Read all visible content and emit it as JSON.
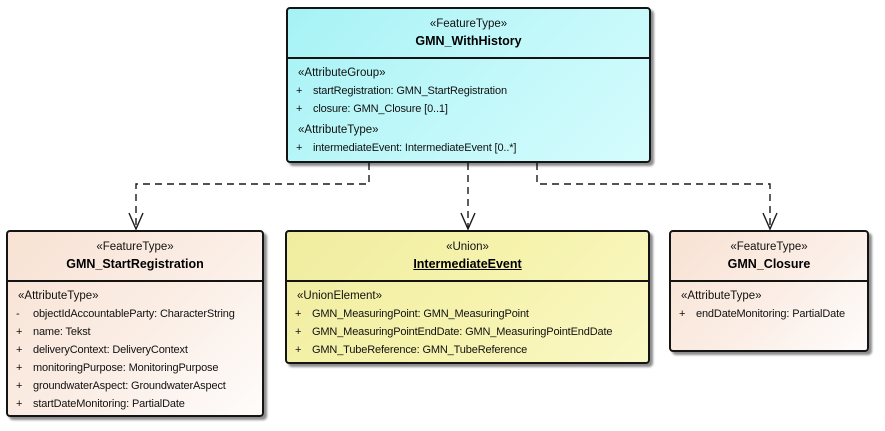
{
  "boxes": {
    "withHistory": {
      "stereotype": "«FeatureType»",
      "name": "GMN_WithHistory",
      "groups": [
        {
          "stereotype": "«AttributeGroup»",
          "attrs": [
            {
              "vis": "+",
              "text": "startRegistration: GMN_StartRegistration"
            },
            {
              "vis": "+",
              "text": "closure: GMN_Closure [0..1]"
            }
          ]
        },
        {
          "stereotype": "«AttributeType»",
          "attrs": [
            {
              "vis": "+",
              "text": "intermediateEvent: IntermediateEvent [0..*]"
            }
          ]
        }
      ]
    },
    "startRegistration": {
      "stereotype": "«FeatureType»",
      "name": "GMN_StartRegistration",
      "groups": [
        {
          "stereotype": "«AttributeType»",
          "attrs": [
            {
              "vis": "-",
              "text": "objectIdAccountableParty: CharacterString"
            },
            {
              "vis": "+",
              "text": "name: Tekst"
            },
            {
              "vis": "+",
              "text": "deliveryContext: DeliveryContext"
            },
            {
              "vis": "+",
              "text": "monitoringPurpose: MonitoringPurpose"
            },
            {
              "vis": "+",
              "text": "groundwaterAspect: GroundwaterAspect"
            },
            {
              "vis": "+",
              "text": "startDateMonitoring: PartialDate"
            }
          ]
        }
      ]
    },
    "intermediateEvent": {
      "stereotype": "«Union»",
      "name": "IntermediateEvent",
      "groups": [
        {
          "stereotype": "«UnionElement»",
          "attrs": [
            {
              "vis": "+",
              "text": "GMN_MeasuringPoint: GMN_MeasuringPoint"
            },
            {
              "vis": "+",
              "text": "GMN_MeasuringPointEndDate: GMN_MeasuringPointEndDate"
            },
            {
              "vis": "+",
              "text": "GMN_TubeReference: GMN_TubeReference"
            }
          ]
        }
      ]
    },
    "closure": {
      "stereotype": "«FeatureType»",
      "name": "GMN_Closure",
      "groups": [
        {
          "stereotype": "«AttributeType»",
          "attrs": [
            {
              "vis": "+",
              "text": "endDateMonitoring: PartialDate"
            }
          ]
        }
      ]
    }
  },
  "connectors": [
    {
      "from": "GMN_WithHistory",
      "to": "GMN_StartRegistration",
      "style": "dashed",
      "arrow": "open"
    },
    {
      "from": "GMN_WithHistory",
      "to": "IntermediateEvent",
      "style": "dashed",
      "arrow": "open"
    },
    {
      "from": "GMN_WithHistory",
      "to": "GMN_Closure",
      "style": "dashed",
      "arrow": "open"
    }
  ],
  "colors": {
    "background": "#ffffff",
    "border": "#141414",
    "connector": "#1a1a1a",
    "cyan_from": "#a6f2f5",
    "cyan_to": "#d5fcfd",
    "yellow_from": "#f0eda0",
    "yellow_to": "#faf8c6",
    "pink_from": "#f8e2d3",
    "pink_to": "#fefcfb"
  }
}
